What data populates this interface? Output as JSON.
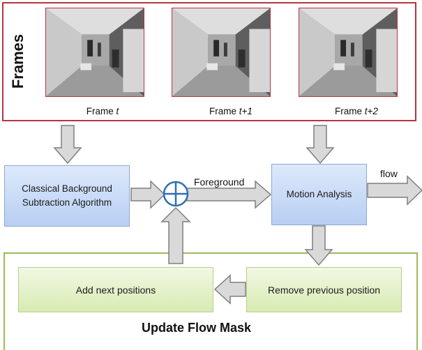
{
  "frames_panel": {
    "title": "Frames",
    "frames": [
      {
        "caption_prefix": "Frame ",
        "caption_index": "t"
      },
      {
        "caption_prefix": "Frame ",
        "caption_index": "t+1"
      },
      {
        "caption_prefix": "Frame ",
        "caption_index": "t+2"
      }
    ]
  },
  "boxes": {
    "background_subtraction": {
      "line1": "Classical Background",
      "line2": "Subtraction Algorithm"
    },
    "motion_analysis": "Motion Analysis",
    "add_next_positions": "Add next positions",
    "remove_previous_position": "Remove previous position"
  },
  "labels": {
    "foreground": "Foreground",
    "flow": "flow"
  },
  "mask_panel": {
    "title": "Update Flow Mask"
  },
  "colors": {
    "frames_border": "#b5353f",
    "mask_border": "#9bbb59",
    "blue_box": "#c6d9f5",
    "green_box": "#e3f0cb",
    "arrow_fill": "#d9d9d9",
    "arrow_stroke": "#7f7f7f",
    "sum_node": "#2f6fb5"
  }
}
